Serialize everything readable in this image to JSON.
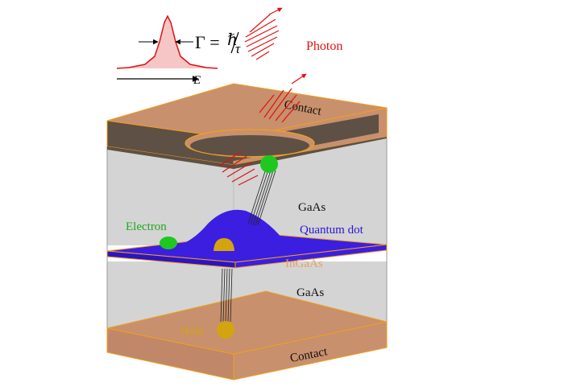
{
  "labels": {
    "formula_lhs": "Γ = ",
    "hbar": "ℏ",
    "tau": "τ",
    "energy_axis": "E",
    "photon": "Photon",
    "contact_top": "Contact",
    "contact_bottom": "Contact",
    "gaas_upper": "GaAs",
    "gaas_lower": "GaAs",
    "quantum_dot": "Quantum dot",
    "ingaas": "InGaAs",
    "electron": "Electron",
    "hole": "Hole"
  },
  "colors": {
    "contact_fill": "#c8906c",
    "contact_edge": "#f0a020",
    "gaas_fill": "#d4d4d4",
    "ingaas_fill": "#3b1ee0",
    "dot_fill": "#3b1ee0",
    "electron": "#1ec81e",
    "hole": "#d4a410",
    "photon": "#e01010",
    "aperture_dark": "#5e5044"
  }
}
